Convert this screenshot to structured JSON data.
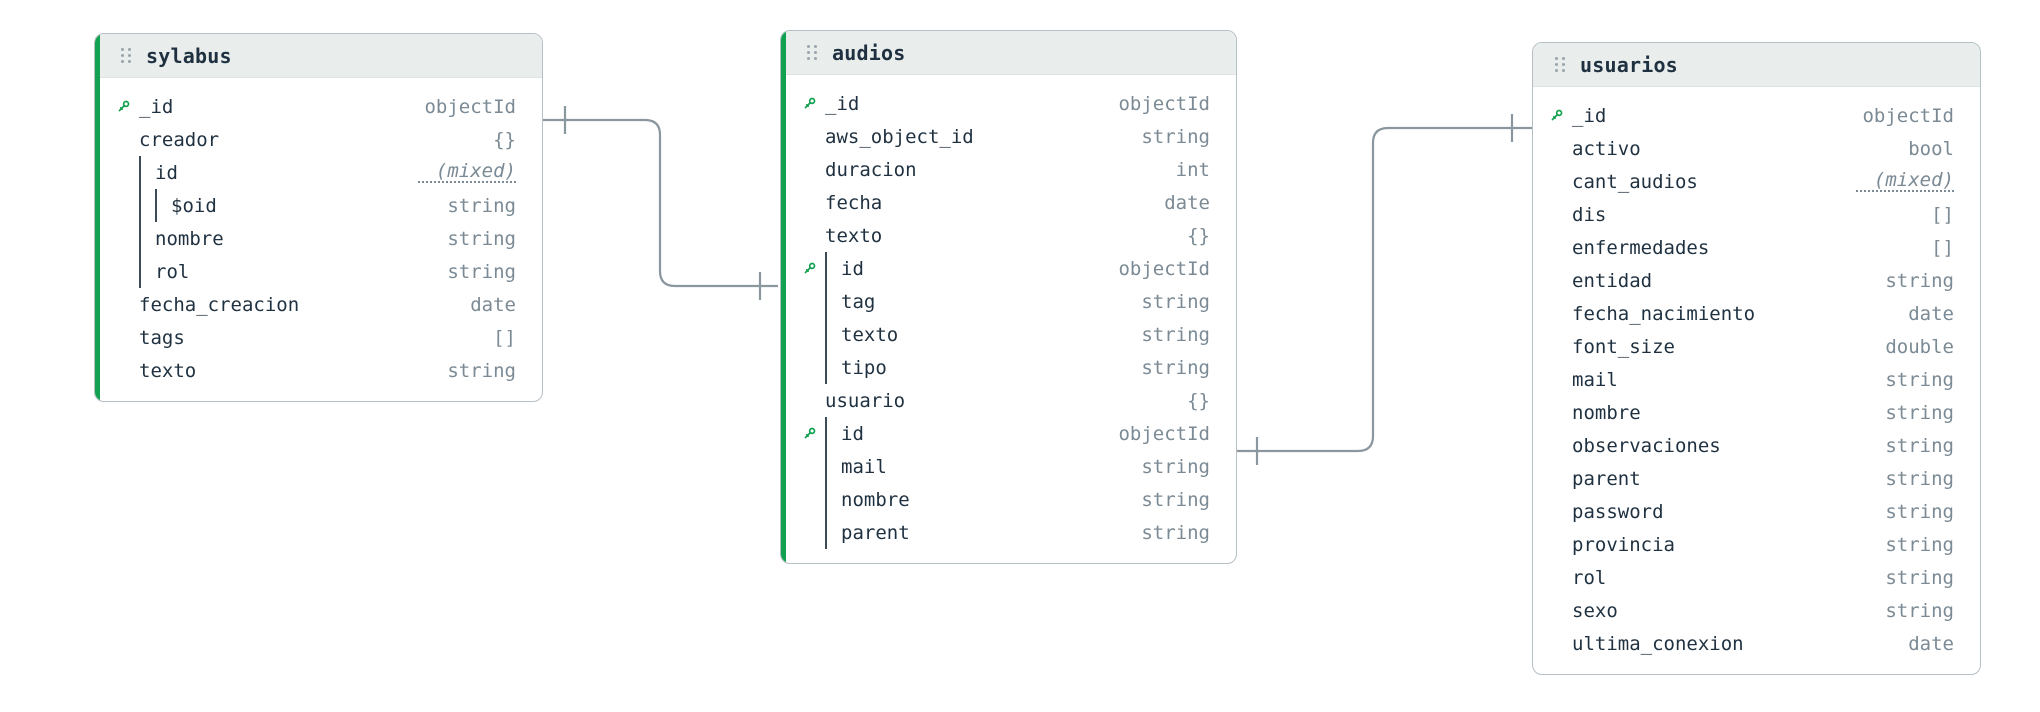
{
  "diagram": {
    "type": "erd-schema-diagram",
    "background": "#ffffff",
    "accent_color": "#12a150",
    "header_bg": "#e9edec",
    "border_color": "#b6bfc4",
    "name_color": "#1f3140",
    "type_color": "#7b8a94",
    "connector_color": "#8a979e"
  },
  "tables": [
    {
      "id": "sylabus",
      "title": "sylabus",
      "drag_handle_icon": "drag-handle-dots-icon",
      "has_accent": true,
      "fields": [
        {
          "name": "_id",
          "type": "objectId",
          "depth": 0,
          "key": true,
          "key_icon": "primary-key-icon"
        },
        {
          "name": "creador",
          "type": "{}",
          "depth": 0,
          "key": false
        },
        {
          "name": "id",
          "type": "(mixed)",
          "depth": 1,
          "key": false,
          "mixed": true
        },
        {
          "name": "$oid",
          "type": "string",
          "depth": 2,
          "key": false
        },
        {
          "name": "nombre",
          "type": "string",
          "depth": 1,
          "key": false
        },
        {
          "name": "rol",
          "type": "string",
          "depth": 1,
          "key": false
        },
        {
          "name": "fecha_creacion",
          "type": "date",
          "depth": 0,
          "key": false
        },
        {
          "name": "tags",
          "type": "[]",
          "depth": 0,
          "key": false
        },
        {
          "name": "texto",
          "type": "string",
          "depth": 0,
          "key": false
        }
      ]
    },
    {
      "id": "audios",
      "title": "audios",
      "drag_handle_icon": "drag-handle-dots-icon",
      "has_accent": true,
      "fields": [
        {
          "name": "_id",
          "type": "objectId",
          "depth": 0,
          "key": true,
          "key_icon": "primary-key-icon"
        },
        {
          "name": "aws_object_id",
          "type": "string",
          "depth": 0,
          "key": false
        },
        {
          "name": "duracion",
          "type": "int",
          "depth": 0,
          "key": false
        },
        {
          "name": "fecha",
          "type": "date",
          "depth": 0,
          "key": false
        },
        {
          "name": "texto",
          "type": "{}",
          "depth": 0,
          "key": false
        },
        {
          "name": "id",
          "type": "objectId",
          "depth": 1,
          "key": true,
          "key_icon": "primary-key-icon"
        },
        {
          "name": "tag",
          "type": "string",
          "depth": 1,
          "key": false
        },
        {
          "name": "texto",
          "type": "string",
          "depth": 1,
          "key": false
        },
        {
          "name": "tipo",
          "type": "string",
          "depth": 1,
          "key": false
        },
        {
          "name": "usuario",
          "type": "{}",
          "depth": 0,
          "key": false
        },
        {
          "name": "id",
          "type": "objectId",
          "depth": 1,
          "key": true,
          "key_icon": "primary-key-icon"
        },
        {
          "name": "mail",
          "type": "string",
          "depth": 1,
          "key": false
        },
        {
          "name": "nombre",
          "type": "string",
          "depth": 1,
          "key": false
        },
        {
          "name": "parent",
          "type": "string",
          "depth": 1,
          "key": false
        }
      ]
    },
    {
      "id": "usuarios",
      "title": "usuarios",
      "drag_handle_icon": "drag-handle-dots-icon",
      "has_accent": false,
      "fields": [
        {
          "name": "_id",
          "type": "objectId",
          "depth": 0,
          "key": true,
          "key_icon": "primary-key-icon"
        },
        {
          "name": "activo",
          "type": "bool",
          "depth": 0,
          "key": false
        },
        {
          "name": "cant_audios",
          "type": "(mixed)",
          "depth": 0,
          "key": false,
          "mixed": true
        },
        {
          "name": "dis",
          "type": "[]",
          "depth": 0,
          "key": false
        },
        {
          "name": "enfermedades",
          "type": "[]",
          "depth": 0,
          "key": false
        },
        {
          "name": "entidad",
          "type": "string",
          "depth": 0,
          "key": false
        },
        {
          "name": "fecha_nacimiento",
          "type": "date",
          "depth": 0,
          "key": false
        },
        {
          "name": "font_size",
          "type": "double",
          "depth": 0,
          "key": false
        },
        {
          "name": "mail",
          "type": "string",
          "depth": 0,
          "key": false
        },
        {
          "name": "nombre",
          "type": "string",
          "depth": 0,
          "key": false
        },
        {
          "name": "observaciones",
          "type": "string",
          "depth": 0,
          "key": false
        },
        {
          "name": "parent",
          "type": "string",
          "depth": 0,
          "key": false
        },
        {
          "name": "password",
          "type": "string",
          "depth": 0,
          "key": false
        },
        {
          "name": "provincia",
          "type": "string",
          "depth": 0,
          "key": false
        },
        {
          "name": "rol",
          "type": "string",
          "depth": 0,
          "key": false
        },
        {
          "name": "sexo",
          "type": "string",
          "depth": 0,
          "key": false
        },
        {
          "name": "ultima_conexion",
          "type": "date",
          "depth": 0,
          "key": false
        }
      ]
    }
  ],
  "relationships": [
    {
      "id": "rel-sylabus-audios",
      "from": "sylabus._id",
      "to": "audios.texto.id",
      "from_marker": "one",
      "to_marker": "one"
    },
    {
      "id": "rel-audios-usuarios",
      "from": "audios.usuario.id",
      "to": "usuarios._id",
      "from_marker": "one",
      "to_marker": "one"
    }
  ]
}
